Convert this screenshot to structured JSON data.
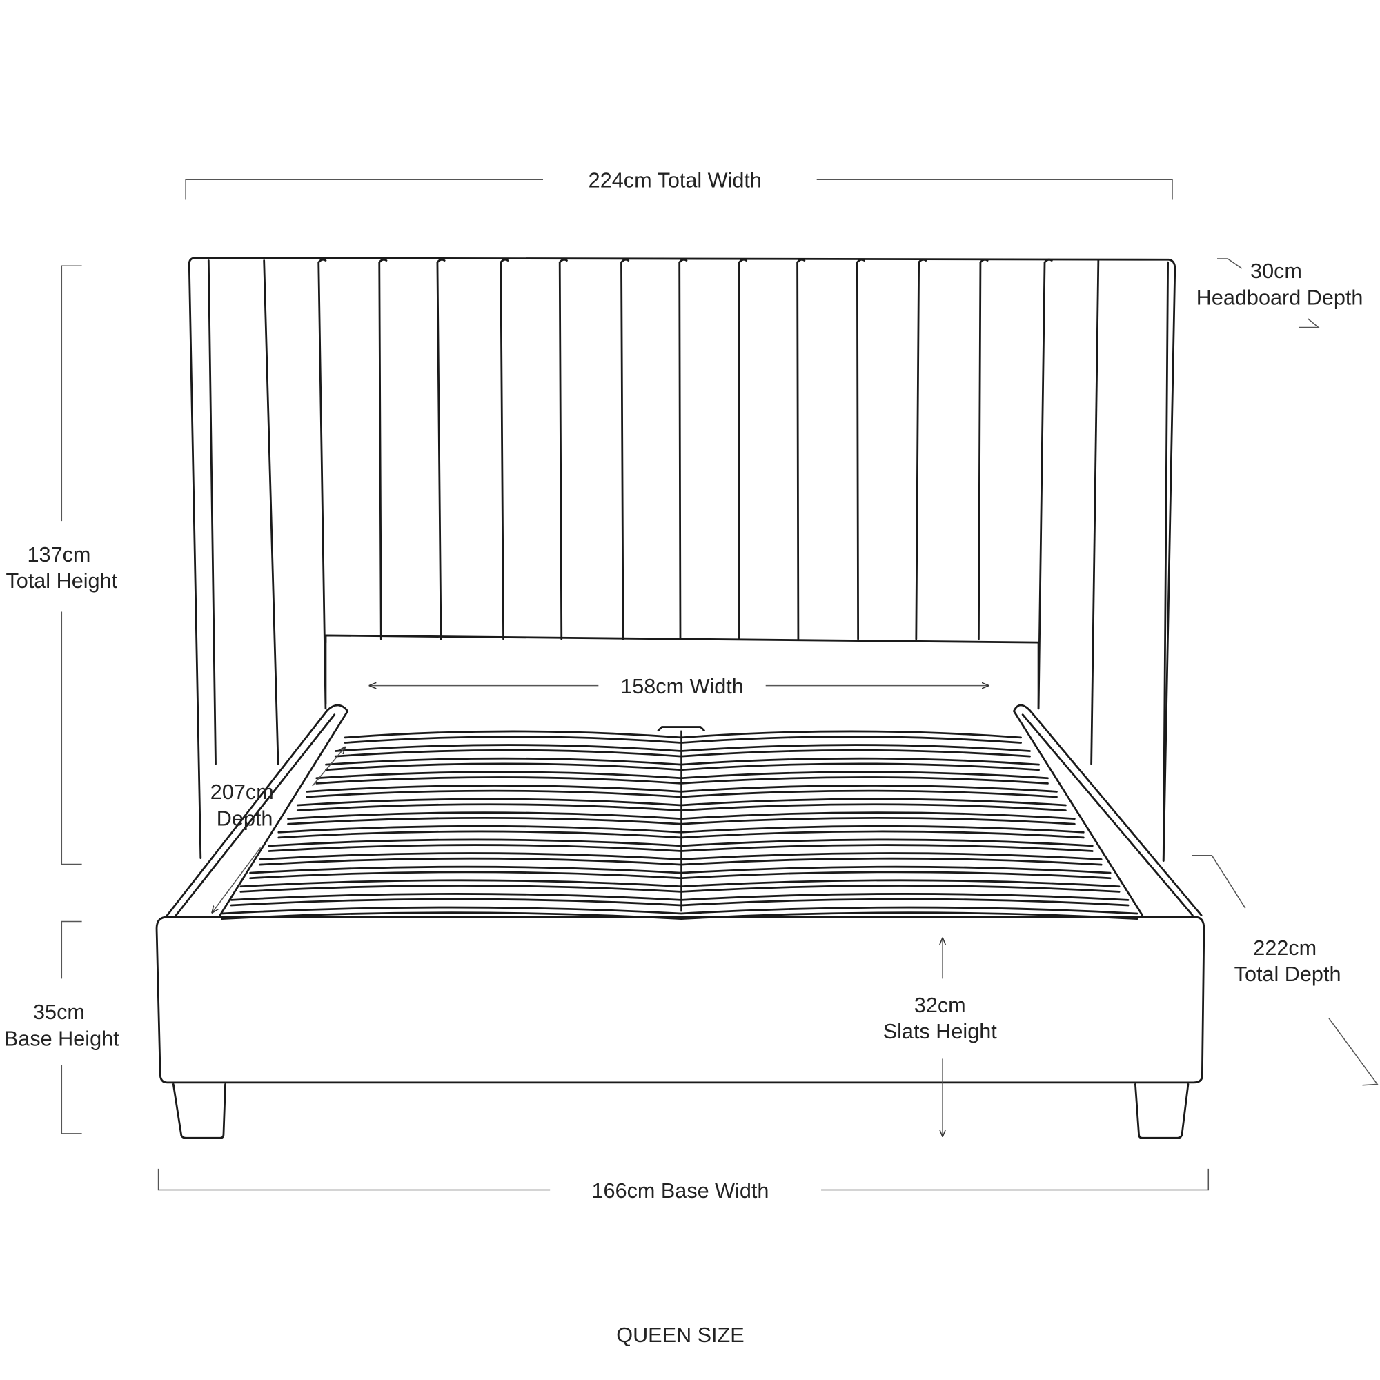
{
  "title": "QUEEN SIZE",
  "colors": {
    "ink": "#1a1a1a",
    "dimension": "#555555",
    "background": "#ffffff"
  },
  "dimensions": {
    "total_width": "224cm Total Width",
    "headboard_depth_value": "30cm",
    "headboard_depth_label": "Headboard Depth",
    "total_height_value": "137cm",
    "total_height_label": "Total Height",
    "inner_width": "158cm Width",
    "depth_value": "207cm",
    "depth_label": "Depth",
    "total_depth_value": "222cm",
    "total_depth_label": "Total Depth",
    "base_height_value": "35cm",
    "base_height_label": "Base Height",
    "slats_height_value": "32cm",
    "slats_height_label": "Slats Height",
    "base_width": "166cm Base Width"
  }
}
